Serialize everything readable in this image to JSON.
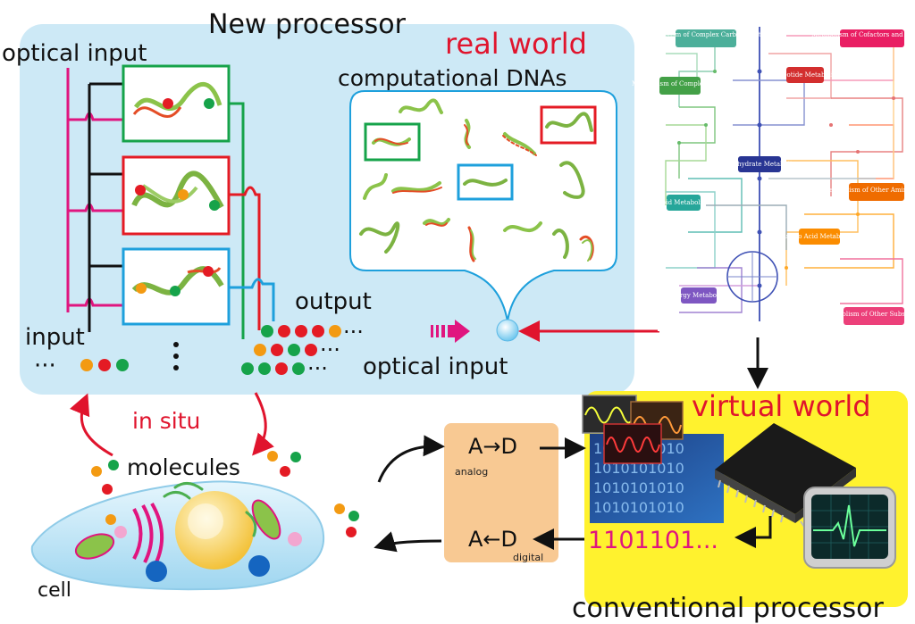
{
  "new_processor": {
    "title": "New processor",
    "real_world": "real world",
    "computational_dnas": "computational DNAs",
    "optical_input_top": "optical input",
    "optical_input_bottom": "optical input",
    "input": "input",
    "output": "output",
    "ellipsis": "···"
  },
  "cell_area": {
    "in_situ": "in situ",
    "molecules": "molecules",
    "cell": "cell"
  },
  "converter": {
    "ad": "A→D",
    "analog": "analog",
    "da": "A←D",
    "digital": "digital"
  },
  "conventional": {
    "virtual_world": "virtual world",
    "binary": "1101101...",
    "title": "conventional processor",
    "binary_texture": "1010101010"
  },
  "metabolic_map": {
    "labels": [
      "Metabolism of Complex Carbohydrates",
      "Metabolism of Cofactors and Vitamins",
      "Nucleotide Metabolism",
      "Metabolism of Complex Lipids",
      "Carbohydrate Metabolism",
      "Metabolism of Other Amino Acids",
      "Lipid Metabolism",
      "Amino Acid Metabolism",
      "Energy Metabolism",
      "Metabolism of Other Substances"
    ]
  },
  "colors": {
    "panel_blue": "#cde9f6",
    "virtual_yellow": "#fff22e",
    "converter_orange": "#f8c993",
    "accent_red": "#e0142d",
    "magenta": "#e0157f",
    "dot_green": "#16a34a",
    "dot_orange": "#f39a12",
    "dot_red": "#e41b24"
  }
}
